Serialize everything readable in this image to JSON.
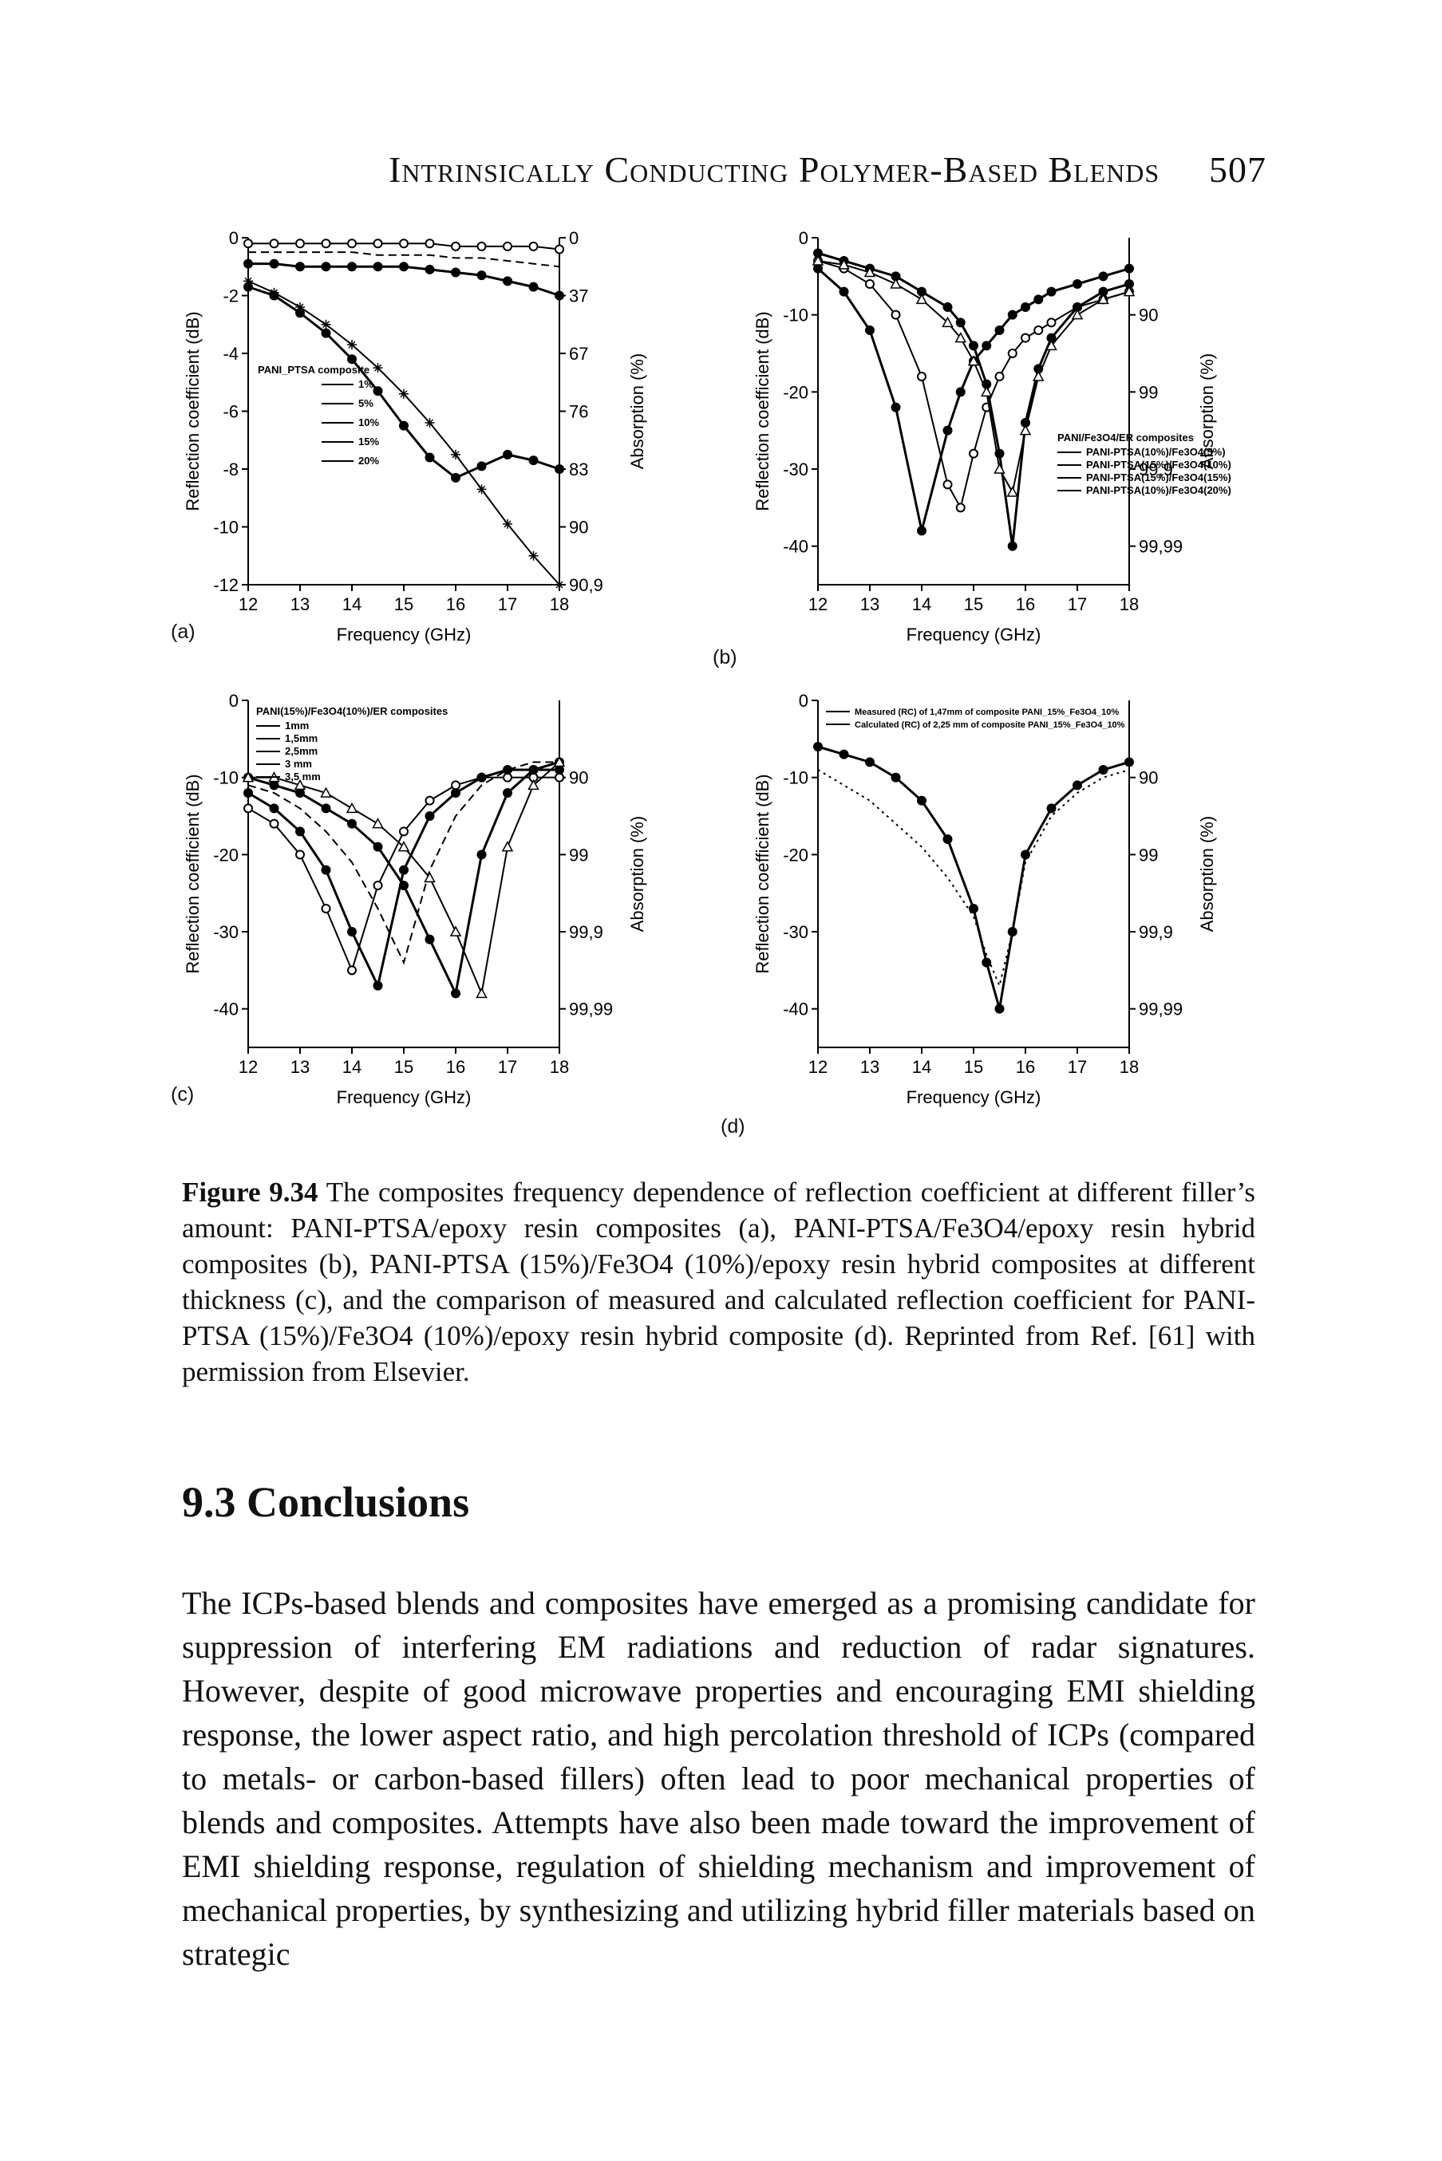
{
  "header": {
    "running_title": "Intrinsically Conducting Polymer-Based Blends",
    "page_number": "507"
  },
  "chart_data": [
    {
      "panel": "(a)",
      "type": "line",
      "xlabel": "Frequency (GHz)",
      "ylabel": "Reflection coefficient (dB)",
      "y2label": "Absorption (%)",
      "xlim": [
        12,
        18
      ],
      "ylim": [
        -12,
        0
      ],
      "xticks": [
        12,
        13,
        14,
        15,
        16,
        17,
        18
      ],
      "yticks": [
        0,
        -2,
        -4,
        -6,
        -8,
        -10,
        -12
      ],
      "y2ticks": [
        {
          "at": 0,
          "label": "0"
        },
        {
          "at": -2,
          "label": "37"
        },
        {
          "at": -4,
          "label": "67"
        },
        {
          "at": -6,
          "label": "76"
        },
        {
          "at": -8,
          "label": "83"
        },
        {
          "at": -10,
          "label": "90"
        },
        {
          "at": -12,
          "label": "90,9"
        }
      ],
      "legend_title": "PANI_PTSA composite",
      "legend_placement": "left",
      "x": [
        12,
        12.5,
        13,
        13.5,
        14,
        14.5,
        15,
        15.5,
        16,
        16.5,
        17,
        17.5,
        18
      ],
      "series": [
        {
          "name": "1%",
          "marker": "open-circle",
          "values": [
            -0.2,
            -0.2,
            -0.2,
            -0.2,
            -0.2,
            -0.2,
            -0.2,
            -0.2,
            -0.3,
            -0.3,
            -0.3,
            -0.3,
            -0.4
          ]
        },
        {
          "name": "5%",
          "marker": "dash",
          "values": [
            -0.5,
            -0.5,
            -0.5,
            -0.5,
            -0.5,
            -0.6,
            -0.6,
            -0.6,
            -0.7,
            -0.7,
            -0.8,
            -0.9,
            -1.0
          ]
        },
        {
          "name": "10%",
          "marker": "filled-circle",
          "values": [
            -0.9,
            -0.9,
            -1.0,
            -1.0,
            -1.0,
            -1.0,
            -1.0,
            -1.1,
            -1.2,
            -1.3,
            -1.5,
            -1.7,
            -2.0
          ]
        },
        {
          "name": "15%",
          "marker": "filled-circle",
          "values": [
            -1.7,
            -2.0,
            -2.6,
            -3.3,
            -4.2,
            -5.3,
            -6.5,
            -7.6,
            -8.3,
            -7.9,
            -7.5,
            -7.7,
            -8.0
          ]
        },
        {
          "name": "20%",
          "marker": "star",
          "values": [
            -1.5,
            -1.9,
            -2.4,
            -3.0,
            -3.7,
            -4.5,
            -5.4,
            -6.4,
            -7.5,
            -8.7,
            -9.9,
            -11.0,
            -12.0
          ]
        }
      ]
    },
    {
      "panel": "(b)",
      "type": "line",
      "xlabel": "Frequency (GHz)",
      "ylabel": "Reflection coefficient (dB)",
      "y2label": "Absorption (%)",
      "xlim": [
        12,
        18
      ],
      "ylim": [
        -45,
        0
      ],
      "xticks": [
        12,
        13,
        14,
        15,
        16,
        17,
        18
      ],
      "yticks": [
        0,
        -10,
        -20,
        -30,
        -40
      ],
      "y2ticks": [
        {
          "at": -10,
          "label": "90"
        },
        {
          "at": -20,
          "label": "99"
        },
        {
          "at": -30,
          "label": "99,9"
        },
        {
          "at": -40,
          "label": "99,99"
        }
      ],
      "legend_title": "PANI/Fe3O4/ER composites",
      "legend_placement": "bottom-right",
      "x": [
        12,
        12.5,
        13,
        13.5,
        14,
        14.5,
        14.75,
        15,
        15.25,
        15.5,
        15.75,
        16,
        16.25,
        16.5,
        17,
        17.5,
        18
      ],
      "series": [
        {
          "name": "PANI-PTSA(10%)/Fe3O4(5%)",
          "marker": "open-circle",
          "values": [
            -3,
            -4,
            -6,
            -10,
            -18,
            -32,
            -35,
            -28,
            -22,
            -18,
            -15,
            -13,
            -12,
            -11,
            -9,
            -8,
            -7
          ]
        },
        {
          "name": "PANI-PTSA(15%)/Fe3O4(10%)",
          "marker": "filled-circle",
          "values": [
            -4,
            -7,
            -12,
            -22,
            -38,
            -25,
            -20,
            -16,
            -14,
            -12,
            -10,
            -9,
            -8,
            -7,
            -6,
            -5,
            -4
          ]
        },
        {
          "name": "PANI-PTSA(15%)/Fe3O4(15%)",
          "marker": "filled-circle",
          "values": [
            -2,
            -3,
            -4,
            -5,
            -7,
            -9,
            -11,
            -14,
            -19,
            -28,
            -40,
            -24,
            -17,
            -13,
            -9,
            -7,
            -6
          ]
        },
        {
          "name": "PANI-PTSA(10%)/Fe3O4(20%)",
          "marker": "open-triangle",
          "values": [
            -3,
            -3.5,
            -4.5,
            -6,
            -8,
            -11,
            -13,
            -16,
            -20,
            -30,
            -33,
            -25,
            -18,
            -14,
            -10,
            -8,
            -7
          ]
        }
      ]
    },
    {
      "panel": "(c)",
      "type": "line",
      "xlabel": "Frequency (GHz)",
      "ylabel": "Reflection coefficient (dB)",
      "y2label": "Absorption (%)",
      "xlim": [
        12,
        18
      ],
      "ylim": [
        -45,
        0
      ],
      "xticks": [
        12,
        13,
        14,
        15,
        16,
        17,
        18
      ],
      "yticks": [
        0,
        -10,
        -20,
        -30,
        -40
      ],
      "y2ticks": [
        {
          "at": -10,
          "label": "90"
        },
        {
          "at": -20,
          "label": "99"
        },
        {
          "at": -30,
          "label": "99,9"
        },
        {
          "at": -40,
          "label": "99,99"
        }
      ],
      "legend_title": "PANI(15%)/Fe3O4(10%)/ER composites",
      "legend_placement": "top",
      "x": [
        12,
        12.5,
        13,
        13.5,
        14,
        14.5,
        15,
        15.5,
        16,
        16.5,
        17,
        17.5,
        18
      ],
      "series": [
        {
          "name": "1mm",
          "marker": "open-circle",
          "values": [
            -14,
            -16,
            -20,
            -27,
            -35,
            -24,
            -17,
            -13,
            -11,
            -10,
            -10,
            -10,
            -10
          ]
        },
        {
          "name": "1,5mm",
          "marker": "filled-circle",
          "values": [
            -12,
            -14,
            -17,
            -22,
            -30,
            -37,
            -22,
            -15,
            -12,
            -10,
            -9,
            -9,
            -9
          ]
        },
        {
          "name": "2,5mm",
          "marker": "dash",
          "values": [
            -11,
            -12,
            -14,
            -17,
            -21,
            -27,
            -34,
            -22,
            -15,
            -11,
            -9,
            -8,
            -8
          ]
        },
        {
          "name": "3 mm",
          "marker": "filled-circle",
          "values": [
            -10,
            -11,
            -12,
            -14,
            -16,
            -19,
            -24,
            -31,
            -38,
            -20,
            -12,
            -9,
            -8
          ]
        },
        {
          "name": "3,5 mm",
          "marker": "open-triangle",
          "values": [
            -10,
            -10,
            -11,
            -12,
            -14,
            -16,
            -19,
            -23,
            -30,
            -38,
            -19,
            -11,
            -8
          ]
        }
      ]
    },
    {
      "panel": "(d)",
      "type": "line",
      "xlabel": "Frequency (GHz)",
      "ylabel": "Reflection coefficient (dB)",
      "y2label": "Absorption (%)",
      "xlim": [
        12,
        18
      ],
      "ylim": [
        -45,
        0
      ],
      "xticks": [
        12,
        13,
        14,
        15,
        16,
        17,
        18
      ],
      "yticks": [
        0,
        -10,
        -20,
        -30,
        -40
      ],
      "y2ticks": [
        {
          "at": -10,
          "label": "90"
        },
        {
          "at": -20,
          "label": "99"
        },
        {
          "at": -30,
          "label": "99,9"
        },
        {
          "at": -40,
          "label": "99,99"
        }
      ],
      "legend_placement": "top",
      "x": [
        12,
        12.5,
        13,
        13.5,
        14,
        14.5,
        15,
        15.25,
        15.5,
        15.75,
        16,
        16.5,
        17,
        17.5,
        18
      ],
      "series": [
        {
          "name": "Measured (RC) of 1,47mm of composite PANI_15%_Fe3O4_10%",
          "marker": "filled-circle",
          "values": [
            -6,
            -7,
            -8,
            -10,
            -13,
            -18,
            -27,
            -34,
            -40,
            -30,
            -20,
            -14,
            -11,
            -9,
            -8
          ]
        },
        {
          "name": "Calculated (RC) of 2,25 mm of composite PANI_15%_Fe3O4_10%",
          "marker": "dotted",
          "values": [
            -9,
            -11,
            -13,
            -16,
            -19,
            -23,
            -28,
            -33,
            -37,
            -30,
            -21,
            -15,
            -12,
            -10,
            -9
          ]
        }
      ]
    }
  ],
  "panel_labels": {
    "a": "(a)",
    "b": "(b)",
    "c": "(c)",
    "d": "(d)"
  },
  "caption": {
    "label": "Figure 9.34",
    "text": "The composites frequency dependence of reflection coefficient at different filler’s amount: PANI-PTSA/epoxy resin composites (a), PANI-PTSA/Fe3O4/epoxy resin hybrid composites (b), PANI-PTSA (15%)/Fe3O4 (10%)/epoxy resin hybrid composites at different thickness (c), and the comparison of measured and calculated reflection coefficient for PANI-PTSA (15%)/Fe3O4 (10%)/epoxy resin hybrid composite (d). Reprinted from Ref. [61] with permission from Elsevier."
  },
  "section": {
    "title": "9.3 Conclusions",
    "paragraph": "The ICPs-based blends and composites have emerged as a promising candidate for suppression of interfering EM radiations and reduction of radar signatures. However, despite of good microwave properties and encouraging EMI shielding response, the lower aspect ratio, and high percolation threshold of ICPs (compared to metals- or carbon-based fillers) often lead to poor mechanical properties of blends and composites. Attempts have also been made toward the improvement of EMI shielding response, regulation of shielding mechanism and improvement of mechanical properties, by synthesizing and utilizing hybrid filler materials based on strategic"
  }
}
